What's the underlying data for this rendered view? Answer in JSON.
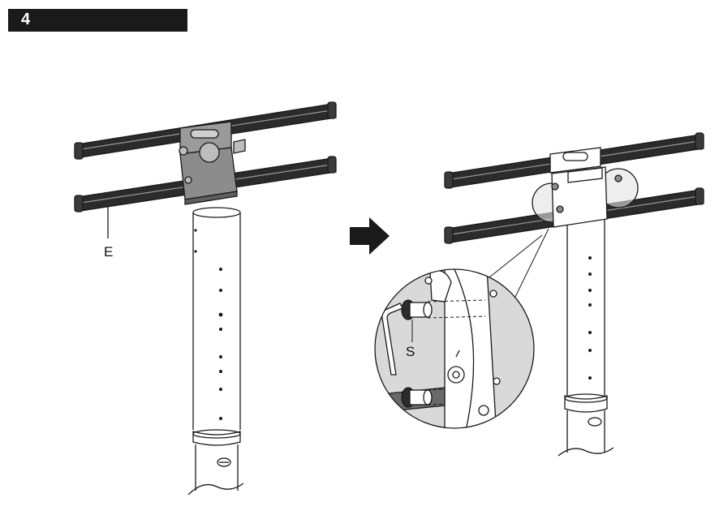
{
  "step": {
    "number": "4"
  },
  "labels": {
    "rail_part": "E",
    "screw_part": "S"
  },
  "colors": {
    "ink": "#1a1a1a",
    "rail": "#2b2b2b",
    "plate": "#8c8c8c",
    "zoom_bg": "#d9d9d9"
  }
}
